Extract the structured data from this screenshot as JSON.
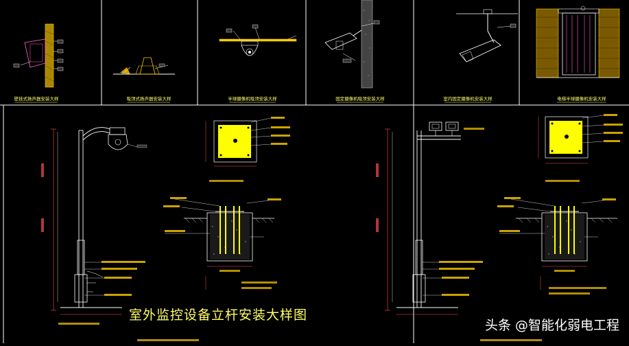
{
  "colors": {
    "background": "#000000",
    "frame": "#ffffff",
    "label": "#ffff66",
    "dimension": "#ff4d4d",
    "detail_fill": "#ffff00",
    "leader": "#33cc33"
  },
  "top_captions": [
    "壁挂式扬声器安装大样",
    "吸顶式扬声器安装大样",
    "半球摄像机吸顶安装大样",
    "固定摄像机吸顶安装大样",
    "室内固定摄像机安装大样",
    "电梯半球摄像机安装大样"
  ],
  "main_title": "室外监控设备立杆安装大样图",
  "watermark": "头条 @智能化弱电工程"
}
